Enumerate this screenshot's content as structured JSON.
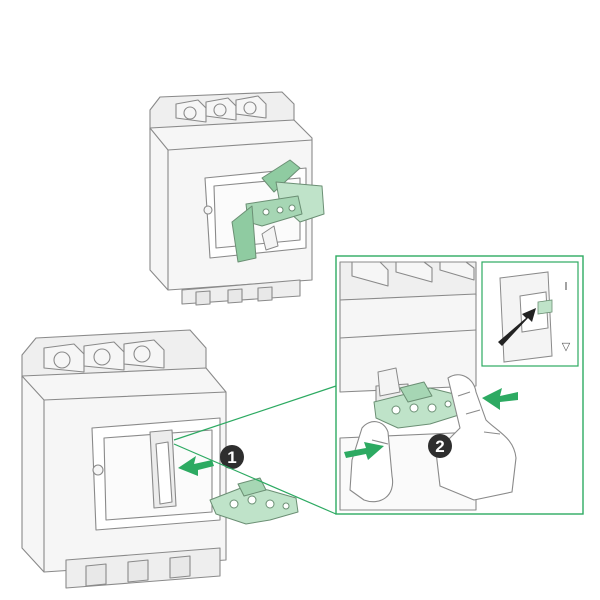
{
  "colors": {
    "accent_green": "#2daa62",
    "light_green": "#bfe3c9",
    "mid_green": "#8fcba1",
    "outline": "#8a8a8a",
    "body_fill": "#f4f4f4",
    "badge": "#2e2e2e",
    "arrow_dark": "#222222"
  },
  "steps": [
    {
      "number": "1"
    },
    {
      "number": "2"
    }
  ],
  "indicator": {
    "top_mark": "I",
    "bottom_mark": "▽"
  },
  "icons": [
    "green-arrow-icon",
    "dark-arrow-icon",
    "hand-icon",
    "lock-plate-icon",
    "numbered-badge-icon"
  ]
}
